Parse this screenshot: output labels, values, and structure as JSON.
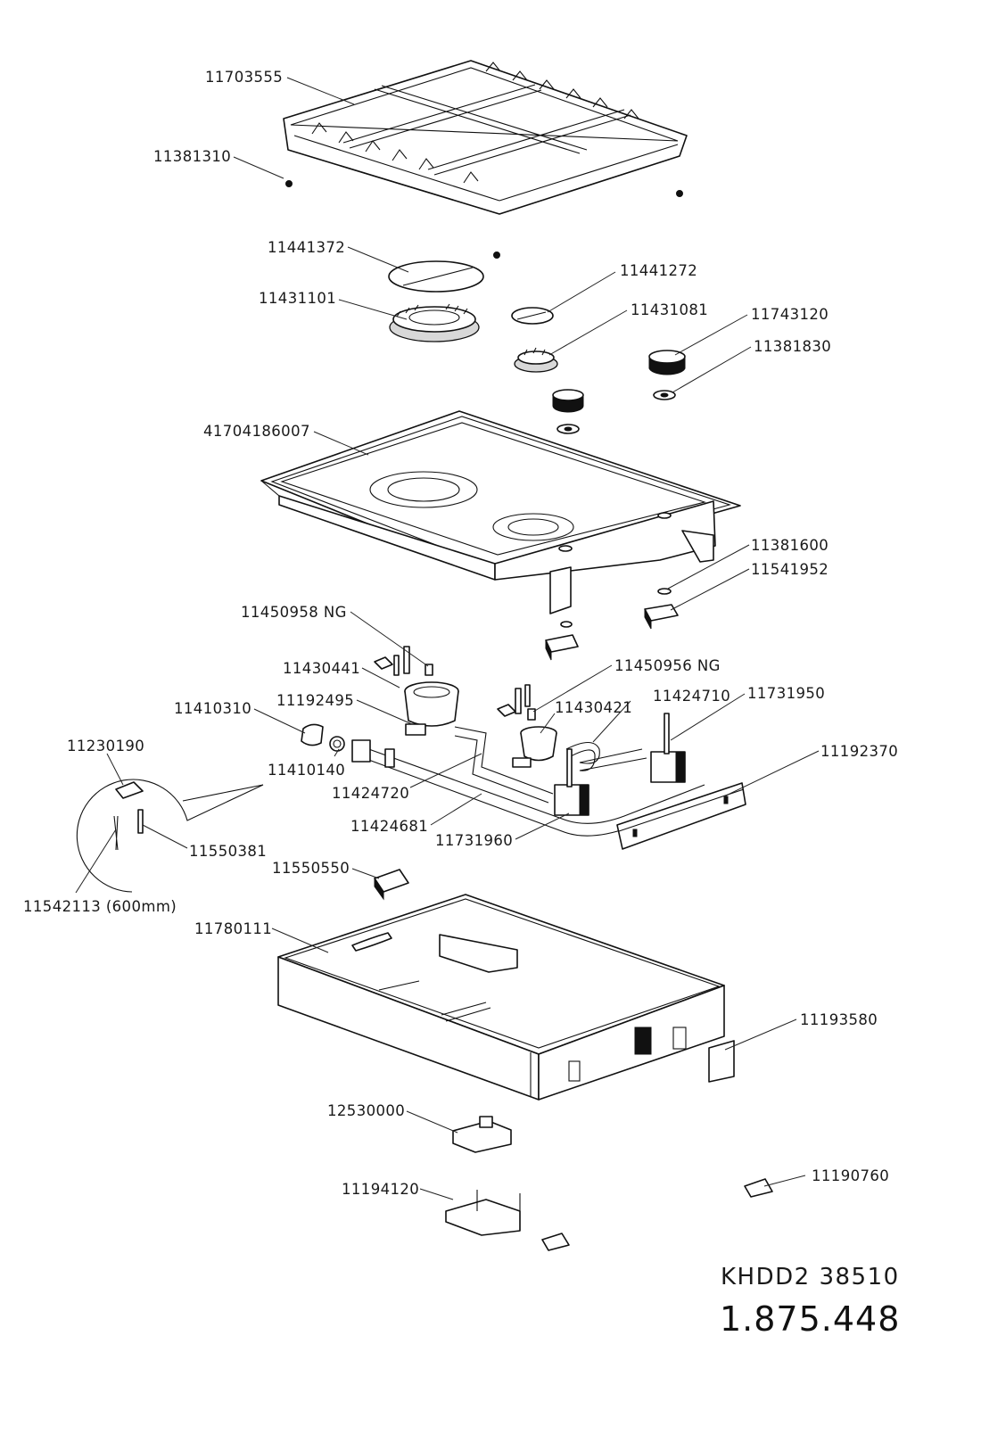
{
  "labels": {
    "p11703555": "11703555",
    "p11381310": "11381310",
    "p11441372": "11441372",
    "p11431101": "11431101",
    "p11441272": "11441272",
    "p11431081": "11431081",
    "p11743120": "11743120",
    "p11381830": "11381830",
    "p41704186007": "41704186007",
    "p11381600": "11381600",
    "p11541952": "11541952",
    "p11450958": "11450958  NG",
    "p11430441": "11430441",
    "p11450956": "11450956  NG",
    "p11192495": "11192495",
    "p11410310": "11410310",
    "p11430421": "11430421",
    "p11424710": "11424710",
    "p11731950": "11731950",
    "p11230190": "11230190",
    "p11410140": "11410140",
    "p11192370": "11192370",
    "p11424720": "11424720",
    "p11424681": "11424681",
    "p11731960": "11731960",
    "p11550381": "11550381",
    "p11550550": "11550550",
    "p11542113": "11542113  (600mm)",
    "p11780111": "11780111",
    "p11193580": "11193580",
    "p12530000": "12530000",
    "p11190760": "11190760",
    "p11194120": "11194120"
  },
  "footer": {
    "model": "KHDD2  38510",
    "doc_number": "1.875.448"
  }
}
